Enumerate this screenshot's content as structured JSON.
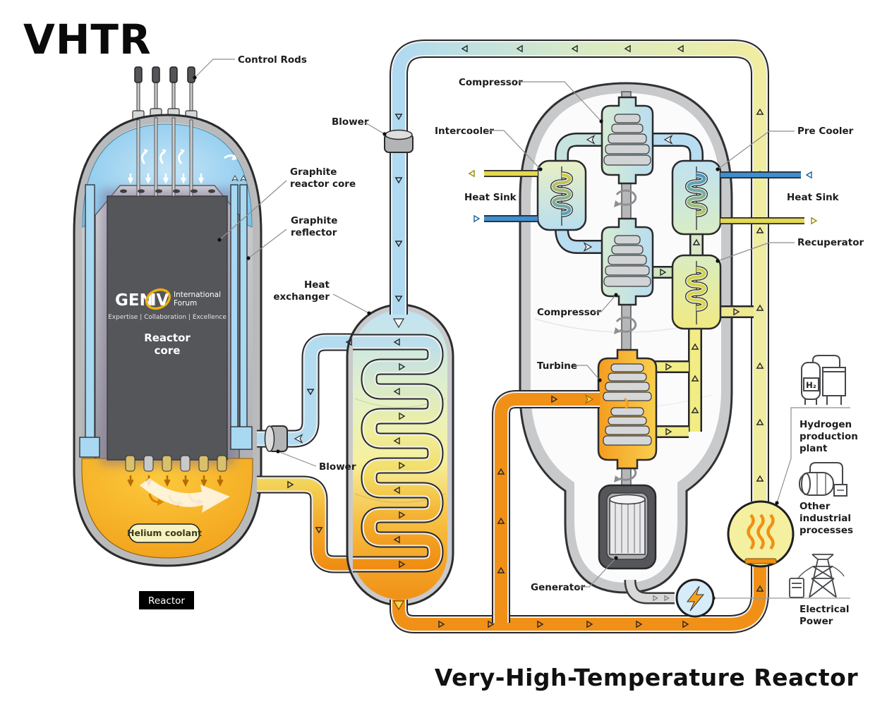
{
  "title": "VHTR",
  "subtitle": "Very-High-Temperature Reactor",
  "reactor": {
    "badge": "Reactor",
    "helium_pill": "Helium coolant",
    "core_label": [
      "Reactor",
      "core"
    ],
    "logo": {
      "gen": "GEN",
      "iv": "IV",
      "intl": "International",
      "forum": "Forum",
      "tagline": "Expertise | Collaboration | Excellence"
    }
  },
  "labels": {
    "control_rods": "Control Rods",
    "graphite_core": [
      "Graphite",
      "reactor core"
    ],
    "graphite_reflector": [
      "Graphite",
      "reflector"
    ],
    "heat_exchanger": [
      "Heat",
      "exchanger"
    ],
    "blower_top": "Blower",
    "blower_bottom": "Blower",
    "compressor_top": "Compressor",
    "compressor_mid": "Compressor",
    "intercooler": "Intercooler",
    "pre_cooler": "Pre Cooler",
    "recuperator": "Recuperator",
    "turbine": "Turbine",
    "generator": "Generator",
    "heat_sink_left": "Heat Sink",
    "heat_sink_right": "Heat Sink",
    "hydrogen_plant": [
      "Hydrogen",
      "production",
      "plant"
    ],
    "other_industrial": [
      "Other",
      "industrial",
      "processes"
    ],
    "electrical_power": [
      "Electrical",
      "Power"
    ],
    "h2": "H₂"
  },
  "colors": {
    "cold_pipe": "#b3dcf1",
    "hot_pipe": "#f19016",
    "warm_yellow_pipe": "#f1eea0",
    "heat_sink_blue": "#3d8fd0",
    "heat_sink_yellow": "#e3d94e",
    "vessel_wall": "#c8c9cb",
    "core_dark": "#55565a",
    "logo_yellow": "#f0b010",
    "bolt_orange": "#f5a11d"
  }
}
